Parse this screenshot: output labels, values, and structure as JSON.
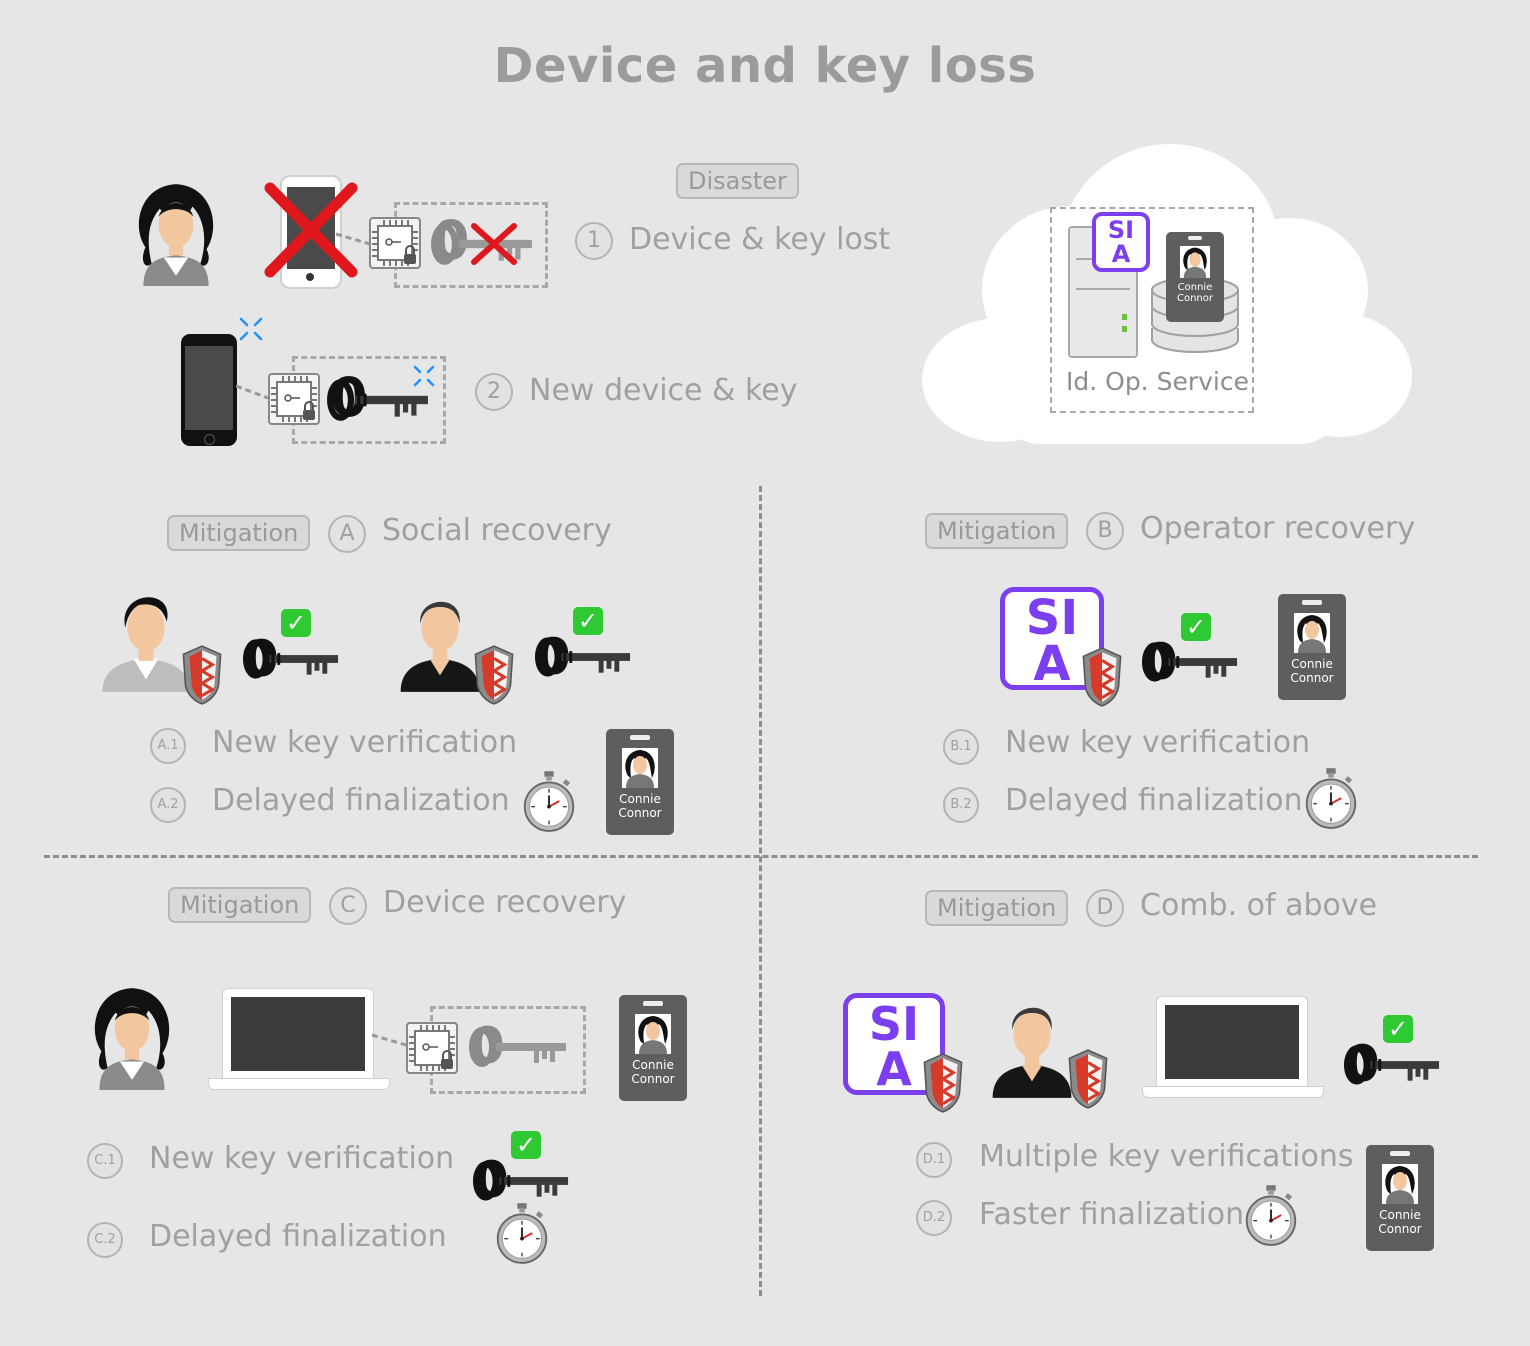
{
  "title": "Device and key loss",
  "disaster": {
    "tag": "Disaster",
    "step1_num": "1",
    "step1_label": "Device & key lost",
    "step2_num": "2",
    "step2_label": "New device & key"
  },
  "cloud": {
    "service_label": "Id. Op. Service",
    "sia_text_top": "SI",
    "sia_text_bottom": "A",
    "badge_name_line1": "Connie",
    "badge_name_line2": "Connor"
  },
  "sectionA": {
    "tag": "Mitigation",
    "letter": "A",
    "title": "Social recovery",
    "step1_num": "A.1",
    "step1_label": "New key verification",
    "step2_num": "A.2",
    "step2_label": "Delayed finalization",
    "badge_line1": "Connie",
    "badge_line2": "Connor"
  },
  "sectionB": {
    "tag": "Mitigation",
    "letter": "B",
    "title": "Operator recovery",
    "step1_num": "B.1",
    "step1_label": "New key verification",
    "step2_num": "B.2",
    "step2_label": "Delayed finalization",
    "sia_top": "SI",
    "sia_bottom": "A",
    "badge_line1": "Connie",
    "badge_line2": "Connor"
  },
  "sectionC": {
    "tag": "Mitigation",
    "letter": "C",
    "title": "Device recovery",
    "step1_num": "C.1",
    "step1_label": "New key verification",
    "step2_num": "C.2",
    "step2_label": "Delayed finalization",
    "badge_line1": "Connie",
    "badge_line2": "Connor"
  },
  "sectionD": {
    "tag": "Mitigation",
    "letter": "D",
    "title": "Comb. of above",
    "step1_num": "D.1",
    "step1_label": "Multiple key verifications",
    "step2_num": "D.2",
    "step2_label": "Faster finalization",
    "sia_top": "SI",
    "sia_bottom": "A",
    "badge_line1": "Connie",
    "badge_line2": "Connor"
  },
  "key_digit": "0",
  "check_glyph": "✓",
  "colors": {
    "background": "#e6e6e6",
    "sia_purple": "#7b3ff0",
    "check_green": "#2ec933",
    "cross_red": "#e0171c",
    "badge_gray": "#5e5e5e"
  }
}
